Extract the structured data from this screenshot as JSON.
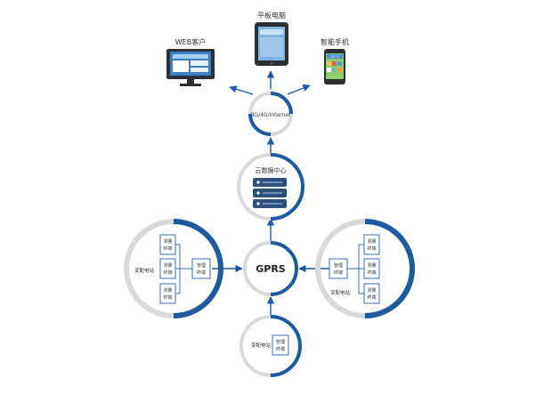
{
  "clients": {
    "web": "WEB客户",
    "tablet": "平板电脑",
    "phone": "智能手机",
    "phone_time": "10:10"
  },
  "network": {
    "label": "3G/4G/Internet"
  },
  "cloud": {
    "label": "云数据中心"
  },
  "gprs": {
    "label": "GPRS"
  },
  "stations": {
    "left": {
      "station_label": "变配电站",
      "manager_line1": "管理",
      "manager_line2": "终端",
      "terminal_line1": "测量",
      "terminal_line2": "终端"
    },
    "right": {
      "station_label": "变配电站",
      "manager_line1": "管理",
      "manager_line2": "终端",
      "terminal_line1": "测量",
      "terminal_line2": "终端"
    },
    "bottom": {
      "station_label": "变配电站",
      "manager_line1": "管理",
      "manager_line2": "终端"
    }
  },
  "colors": {
    "accent_blue": "#1e5aa0",
    "ring_gray": "#d9d9d9",
    "box_border": "#3a6fb5",
    "device_dark": "#2b2f36"
  }
}
